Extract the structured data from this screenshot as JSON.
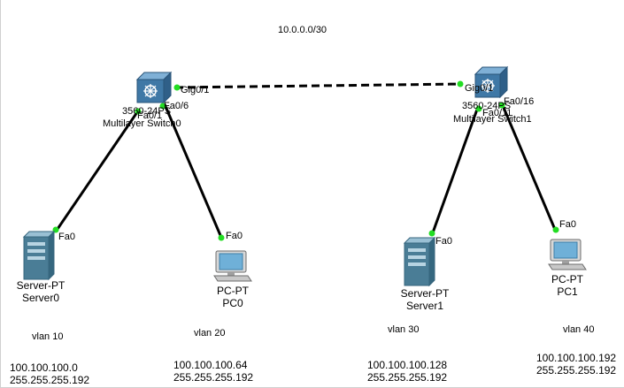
{
  "network_label": "10.0.0.0/30",
  "switches": [
    {
      "model": "3560-24PS",
      "name": "Multilayer Switch0",
      "ports": {
        "uplink": "Gig0/1",
        "to_server": "Fa0/1",
        "to_pc": "Fa0/6"
      }
    },
    {
      "model": "3560-24PS",
      "name": "Multilayer Switch1",
      "ports": {
        "uplink": "Gig0/1",
        "to_server": "Fa0/11",
        "to_pc": "Fa0/16"
      }
    }
  ],
  "hosts": [
    {
      "type": "Server-PT",
      "name": "Server0",
      "port": "Fa0",
      "vlan": "vlan 10",
      "network": "100.100.100.0",
      "mask": "255.255.255.192"
    },
    {
      "type": "PC-PT",
      "name": "PC0",
      "port": "Fa0",
      "vlan": "vlan 20",
      "network": "100.100.100.64",
      "mask": "255.255.255.192"
    },
    {
      "type": "Server-PT",
      "name": "Server1",
      "port": "Fa0",
      "vlan": "vlan 30",
      "network": "100.100.100.128",
      "mask": "255.255.255.192"
    },
    {
      "type": "PC-PT",
      "name": "PC1",
      "port": "Fa0",
      "vlan": "vlan 40",
      "network": "100.100.100.192",
      "mask": "255.255.255.192"
    }
  ],
  "colors": {
    "link": "#000000",
    "port_up": "#22dd22",
    "switch": "#3f78a6",
    "server": "#4a7d96",
    "pc_screen": "#6fb0d8"
  }
}
